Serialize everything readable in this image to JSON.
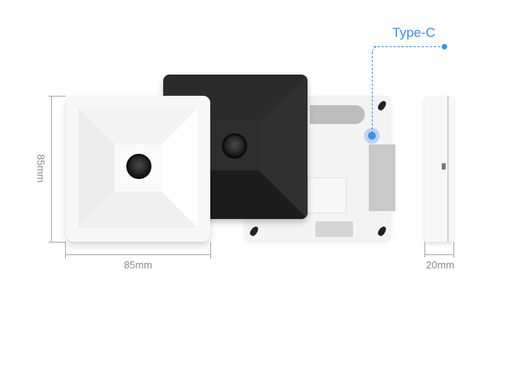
{
  "callout": {
    "label": "Type-C",
    "color": "#3d8fe8"
  },
  "dimensions": {
    "height_label": "85mm",
    "width_label": "85mm",
    "depth_label": "20mm"
  },
  "views": [
    {
      "name": "front-white-cover",
      "color": "#f7f7f7"
    },
    {
      "name": "front-black-cover",
      "color": "#2b2b2b"
    },
    {
      "name": "back-base-plate",
      "color": "#f3f3f3"
    },
    {
      "name": "side-view",
      "color": "#f7f7f7"
    }
  ]
}
